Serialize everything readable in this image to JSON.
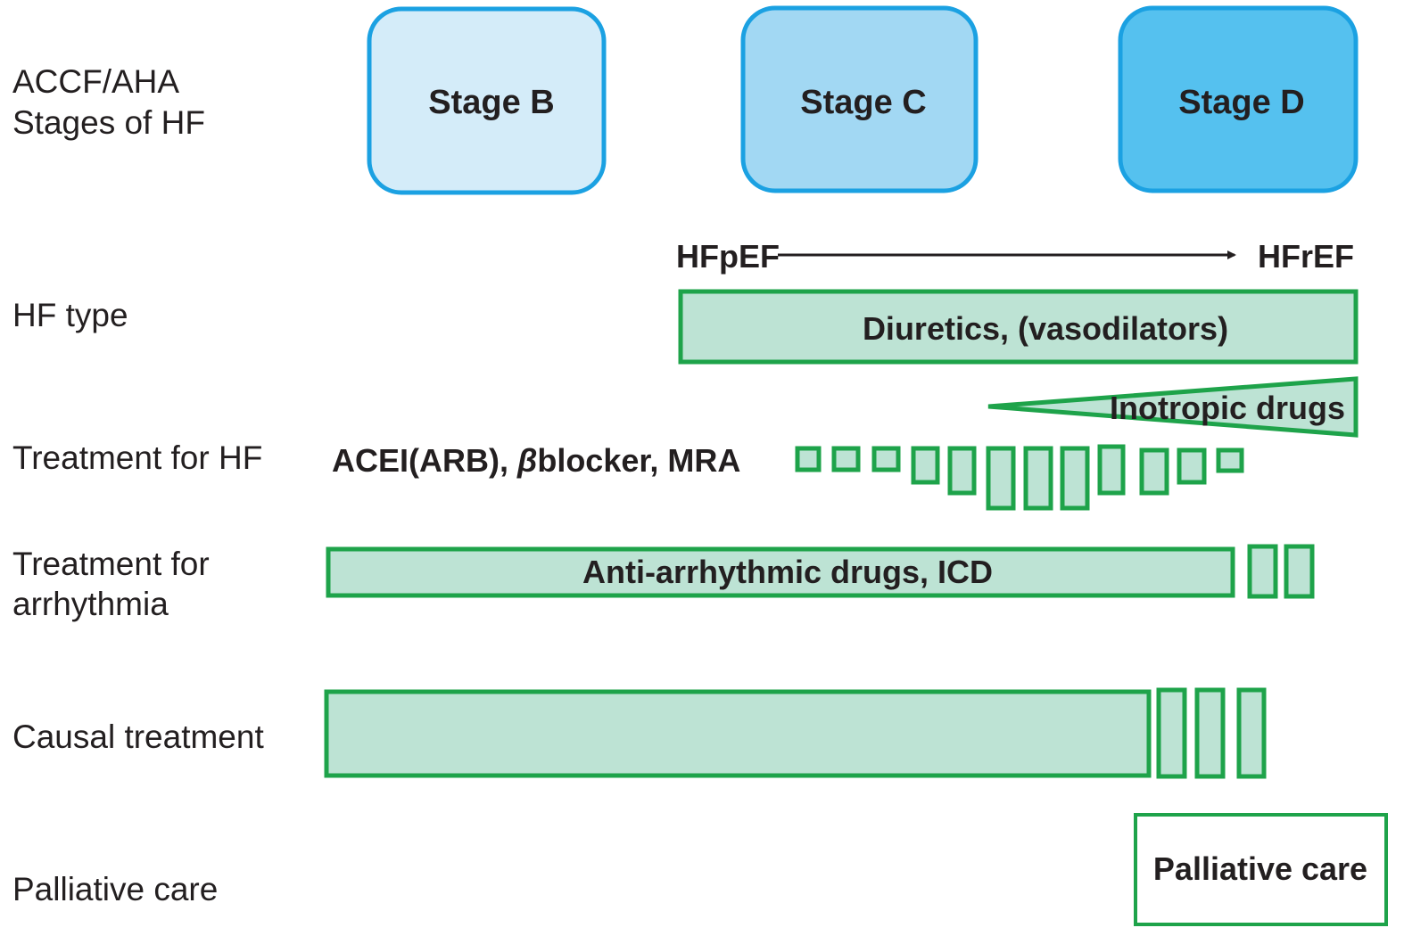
{
  "colors": {
    "text": "#231f20",
    "stage_border": "#1ba1e2",
    "stage_b_fill": "#d4ecf9",
    "stage_c_fill": "#a2d8f3",
    "stage_d_fill": "#55c1ef",
    "treatment_border": "#1ea34a",
    "treatment_fill": "#bde3d4",
    "palliative_border": "#1ea34a",
    "palliative_fill": "#ffffff"
  },
  "row_labels": {
    "stages_line1": "ACCF/AHA",
    "stages_line2": "Stages of HF",
    "hf_type": "HF type",
    "treatment_hf": "Treatment for HF",
    "arrhythmia_line1": "Treatment for",
    "arrhythmia_line2": "arrhythmia",
    "causal": "Causal treatment",
    "palliative": "Palliative care"
  },
  "stages": {
    "b": "Stage B",
    "c": "Stage C",
    "d": "Stage D"
  },
  "hf_type": {
    "left": "HFpEF",
    "right": "HFrEF",
    "arrow_icon": "right-arrow-icon"
  },
  "bars": {
    "diuretics": "Diuretics, (vasodilators)",
    "inotropic": "Inotropic drugs",
    "acei_part1": "ACEI(ARB), ",
    "acei_beta": "β",
    "acei_part2": "blocker, MRA",
    "arrhythmia": "Anti-arrhythmic drugs, ICD",
    "palliative": "Palliative care"
  }
}
